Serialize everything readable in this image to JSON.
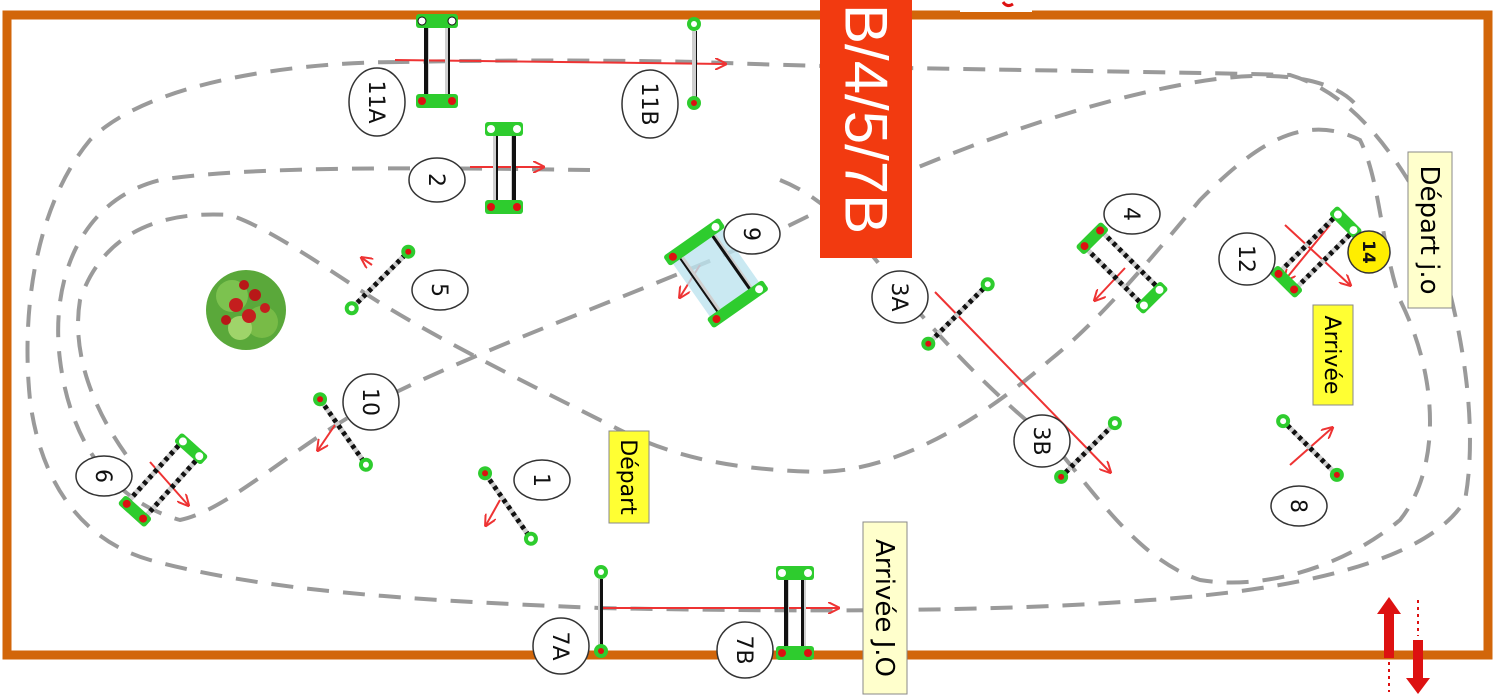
{
  "colors": {
    "arena_border": "#d2660a",
    "path_dash": "#9a9a9a",
    "arrow": "#ee3333",
    "banner_bg": "#f23a10",
    "banner_text": "#ffffff",
    "yellow_label": "#ffff33",
    "cream_label": "#ffffcc",
    "pole_green": "#2ecc2e",
    "pole_red": "#dd1111",
    "badge14_bg": "#ffee00"
  },
  "banner": {
    "text": "B/4/5/7B"
  },
  "labels": {
    "depart_jo": "Départ j.o",
    "arrivee_right": "Arrivée",
    "depart": "Départ",
    "arrivee_jo": "Arrivée J.O"
  },
  "obstacles": [
    {
      "id": "11A",
      "label": "11A",
      "kind": "vertical"
    },
    {
      "id": "11B",
      "label": "11B",
      "kind": "vertical"
    },
    {
      "id": "2",
      "label": "2",
      "kind": "vertical"
    },
    {
      "id": "9",
      "label": "9",
      "kind": "vertical"
    },
    {
      "id": "5",
      "label": "5",
      "kind": "vertical"
    },
    {
      "id": "10",
      "label": "10",
      "kind": "vertical"
    },
    {
      "id": "6",
      "label": "6",
      "kind": "oxer"
    },
    {
      "id": "1",
      "label": "1",
      "kind": "vertical"
    },
    {
      "id": "7A",
      "label": "7A",
      "kind": "vertical"
    },
    {
      "id": "7B",
      "label": "7B",
      "kind": "oxer"
    },
    {
      "id": "3A",
      "label": "3A",
      "kind": "vertical"
    },
    {
      "id": "3B",
      "label": "3B",
      "kind": "vertical"
    },
    {
      "id": "4",
      "label": "4",
      "kind": "oxer"
    },
    {
      "id": "12",
      "label": "12",
      "kind": "oxer"
    },
    {
      "id": "14",
      "label": "14",
      "kind": "badge"
    },
    {
      "id": "8",
      "label": "8",
      "kind": "vertical"
    }
  ]
}
